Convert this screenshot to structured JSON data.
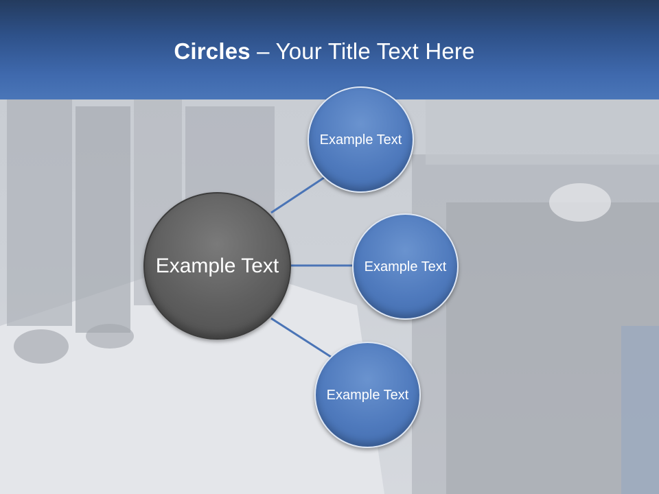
{
  "title": {
    "bold": "Circles",
    "rest": " – Your Title Text Here"
  },
  "diagram": {
    "center_label": "Example Text",
    "satellites": [
      {
        "label": "Example Text"
      },
      {
        "label": "Example Text"
      },
      {
        "label": "Example Text"
      }
    ]
  },
  "colors": {
    "header": "#3f69ad",
    "center_circle": "#5e5e5e",
    "satellite_circle": "#4f7abd",
    "connector": "#4a74b6"
  }
}
